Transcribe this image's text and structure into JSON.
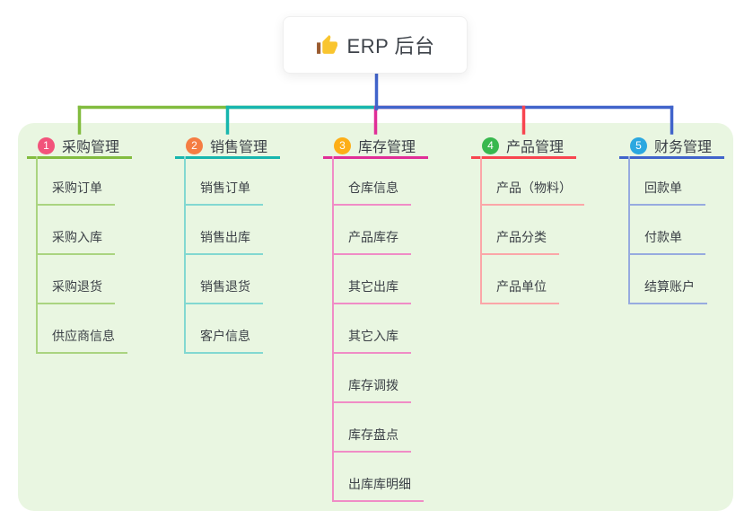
{
  "root": {
    "title": "ERP 后台",
    "icon": "thumbs-up"
  },
  "page": {
    "background": "#ffffff",
    "panel_color": "#e9f6e1",
    "root_line_color": "#4164cb"
  },
  "branches": [
    {
      "number": "1",
      "title": "采购管理",
      "badge_color": "#f2537b",
      "line_color": "#82bc3f",
      "child_line_color": "#aad480",
      "children": [
        "采购订单",
        "采购入库",
        "采购退货",
        "供应商信息"
      ]
    },
    {
      "number": "2",
      "title": "销售管理",
      "badge_color": "#f57d43",
      "line_color": "#17b6ae",
      "child_line_color": "#82d8d1",
      "children": [
        "销售订单",
        "销售出库",
        "销售退货",
        "客户信息"
      ]
    },
    {
      "number": "3",
      "title": "库存管理",
      "badge_color": "#fdae17",
      "line_color": "#e02e97",
      "child_line_color": "#f08cc6",
      "children": [
        "仓库信息",
        "产品库存",
        "其它出库",
        "其它入库",
        "库存调拨",
        "库存盘点",
        "出库库明细"
      ]
    },
    {
      "number": "4",
      "title": "产品管理",
      "badge_color": "#38b84e",
      "line_color": "#f8454f",
      "child_line_color": "#fba6a8",
      "children": [
        "产品（物料）",
        "产品分类",
        "产品单位"
      ]
    },
    {
      "number": "5",
      "title": "财务管理",
      "badge_color": "#2ba8e0",
      "line_color": "#4164cb",
      "child_line_color": "#97abdf",
      "children": [
        "回款单",
        "付款单",
        "结算账户"
      ]
    }
  ]
}
